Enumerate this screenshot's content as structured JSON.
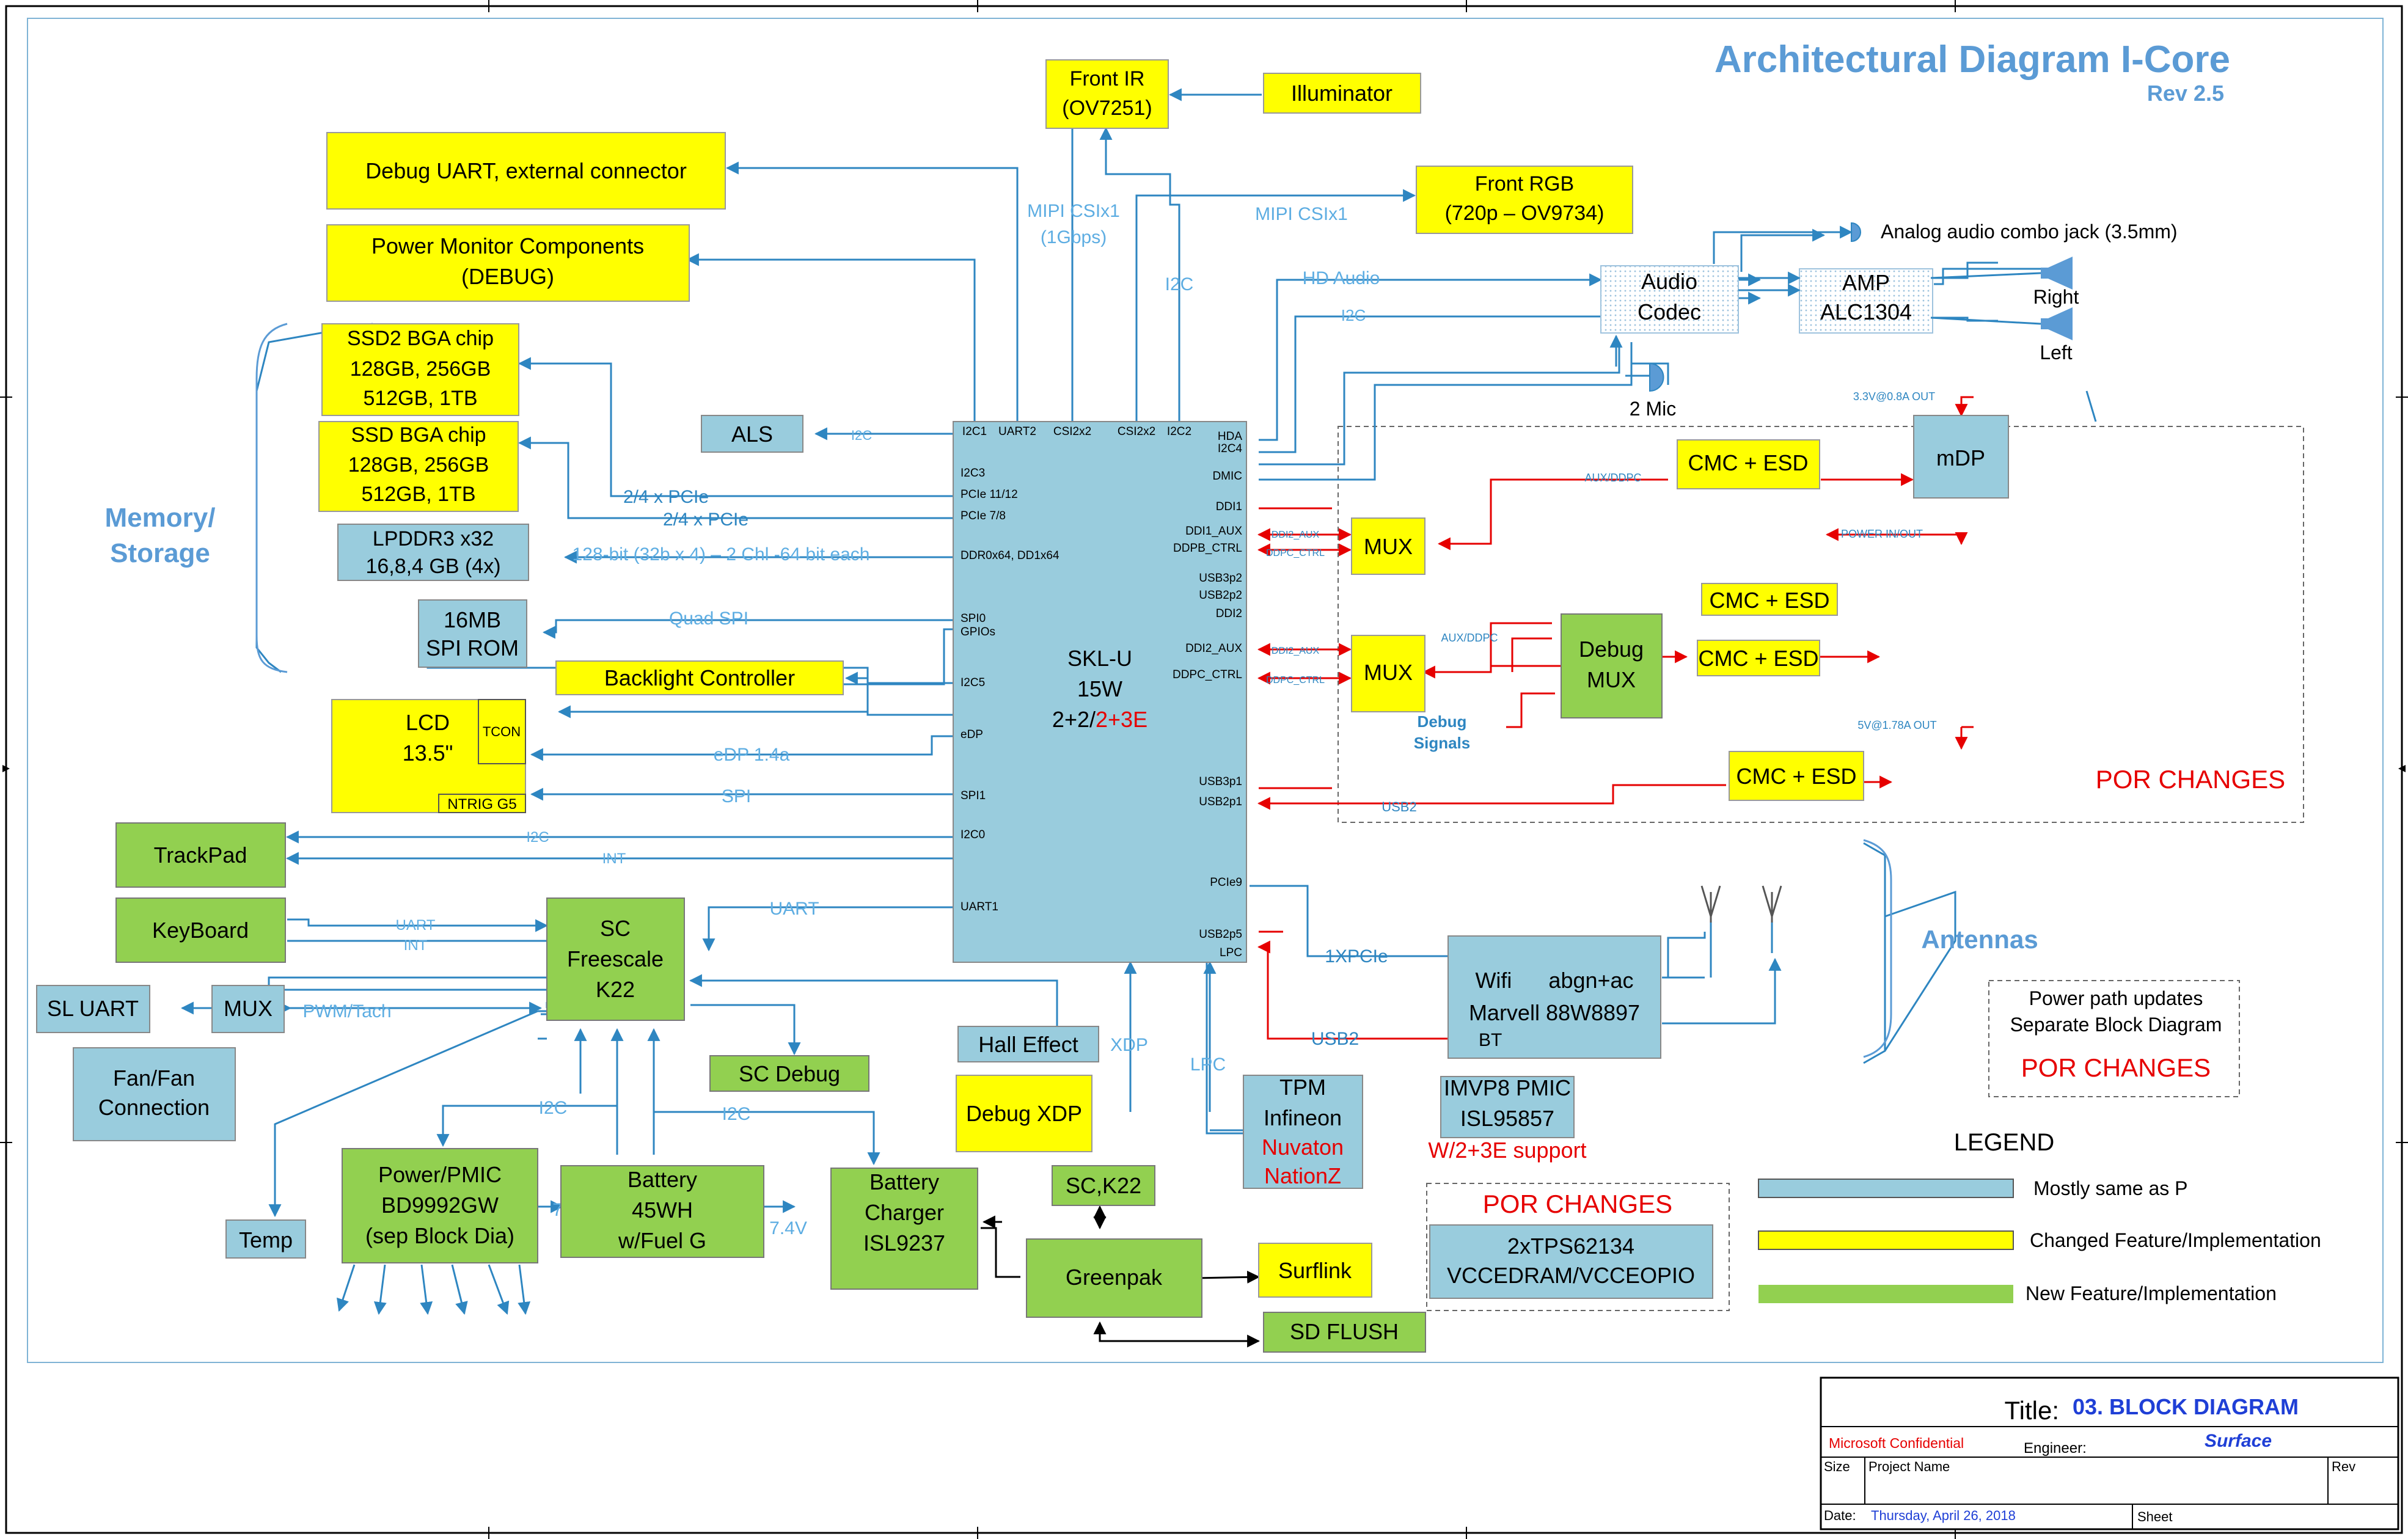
{
  "title": "Architectural Diagram I-Core",
  "rev": "Rev 2.5",
  "colors": {
    "blue_block": "#99CCDD",
    "yellow_block": "#FFFF00",
    "green_block": "#92D050",
    "link": "#2E86C1",
    "red": "#E60000",
    "accent_text": "#5B9BD5"
  },
  "blocks": {
    "front_ir": [
      "Front IR",
      "(OV7251)"
    ],
    "illuminator": [
      "Illuminator"
    ],
    "front_rgb": [
      "Front RGB",
      "(720p – OV9734)"
    ],
    "debug_uart": [
      "Debug UART, external connector"
    ],
    "power_monitor": [
      "Power Monitor Components",
      "(DEBUG)"
    ],
    "ssd2": [
      "SSD2 BGA chip",
      "128GB, 256GB",
      "512GB, 1TB"
    ],
    "ssd": [
      "SSD BGA chip",
      "128GB, 256GB",
      "512GB, 1TB"
    ],
    "lpddr3": [
      "LPDDR3 x32",
      "16,8,4 GB (4x)"
    ],
    "als": [
      "ALS"
    ],
    "spi_rom": [
      "16MB",
      "SPI ROM"
    ],
    "backlight": [
      "Backlight Controller"
    ],
    "lcd": [
      "LCD",
      "13.5\""
    ],
    "tcon": [
      "TCON"
    ],
    "ntrig": [
      "NTRIG G5"
    ],
    "trackpad": [
      "TrackPad"
    ],
    "keyboard": [
      "KeyBoard"
    ],
    "sl_uart": [
      "SL UART"
    ],
    "mux_left": [
      "MUX"
    ],
    "fan": [
      "Fan/Fan",
      "Connection"
    ],
    "temp": [
      "Temp"
    ],
    "sc_freescale": [
      "SC",
      "Freescale",
      "K22"
    ],
    "sc_debug": [
      "SC Debug"
    ],
    "hall_effect": [
      "Hall Effect"
    ],
    "debug_xdp": [
      "Debug XDP"
    ],
    "power_pmic": [
      "Power/PMIC",
      "BD9992GW",
      "(sep Block Dia)"
    ],
    "battery": [
      "Battery",
      "45WH",
      "w/Fuel G"
    ],
    "battery_charger": [
      "Battery",
      "Charger",
      "ISL9237"
    ],
    "sc_k22": [
      "SC,K22"
    ],
    "greenpak": [
      "Greenpak"
    ],
    "surflink": [
      "Surflink"
    ],
    "sd_flush": [
      "SD FLUSH"
    ],
    "tpm": [
      "TPM",
      "Infineon"
    ],
    "tpm_red": [
      "Nuvaton",
      "NationZ"
    ],
    "imvp8": [
      "IMVP8 PMIC",
      "ISL95857"
    ],
    "imvp8_red": [
      "W/2+3E support"
    ],
    "tps": [
      "2xTPS62134",
      "VCCEDRAM/VCCEOPIO"
    ],
    "wifi": [
      "Wifi      abgn+ac",
      "Marvell 88W8897",
      "BT"
    ],
    "audio_codec": [
      "Audio",
      "Codec"
    ],
    "amp": [
      "AMP",
      "ALC1304"
    ],
    "mdp": [
      "mDP"
    ],
    "cmc_esd": [
      "CMC + ESD"
    ],
    "mux_right": [
      "MUX"
    ],
    "debug_mux": [
      "Debug",
      "MUX"
    ],
    "skl_u": [
      "SKL-U",
      "15W"
    ],
    "skl_power": "2+2/",
    "skl_power_red": "2+3E"
  },
  "cpu_pins": {
    "top": [
      "I2C1",
      "UART2",
      "CSI2x2",
      "CSI2x2",
      "I2C2"
    ],
    "left": [
      "I2C3",
      "PCIe 11/12",
      "PCIe 7/8",
      "DDR0x64, DD1x64",
      "SPI0",
      "GPIOs",
      "I2C5",
      "eDP",
      "SPI1",
      "I2C0",
      "UART1"
    ],
    "right": [
      "HDA",
      "I2C4",
      "DMIC",
      "DDI1",
      "DDI1_AUX",
      "DDPB_CTRL",
      "USB3p2",
      "USB2p2",
      "DDI2",
      "DDI2_AUX",
      "DDPC_CTRL",
      "USB3p1",
      "USB2p1",
      "PCIe9",
      "USB2p5",
      "LPC"
    ]
  },
  "labels": {
    "mipi_csi_1": [
      "MIPI CSIx1",
      "(1Gbps)"
    ],
    "mipi_csi_2": "MIPI CSIx1",
    "i2c": "I2C",
    "hd_audio": "HD Audio",
    "pcie_24_a": "2/4 x PCIe",
    "pcie_24_b": "2/4 x PCIe",
    "ddr_bus": "128-bit (32b x 4) – 2 Chl -64 bit each",
    "quad_spi": "Quad SPI",
    "edp": "eDP 1.4a",
    "spi": "SPI",
    "int": "INT",
    "uart": "UART",
    "pwm_tach": "PWM/Tach",
    "xdp": "XDP",
    "lpc": "LPC",
    "v74": "7.4V",
    "pcie_1x": "1XPCIe",
    "usb2": "USB2",
    "aux_ddpc": "AUX/DDPC",
    "ddi2_aux": "DDI2_AUX",
    "ddpc_ctrl": "DDPC_CTRL",
    "debug_signals": [
      "Debug",
      "Signals"
    ],
    "power_in_out": "POWER IN/OUT",
    "v33": "3.3V@0.8A OUT",
    "v5": "5V@1.78A OUT",
    "analog_audio": "Analog audio combo jack (3.5mm)",
    "right": "Right",
    "left": "Left",
    "two_mic": "2 Mic",
    "memory_storage": [
      "Memory/",
      "Storage"
    ],
    "antennas": "Antennas",
    "por_changes": "POR CHANGES",
    "power_path": [
      "Power path updates",
      "Separate Block Diagram"
    ]
  },
  "legend": {
    "title": "LEGEND",
    "items": [
      {
        "label": "Mostly same as P",
        "color": "#99CCDD"
      },
      {
        "label": "Changed Feature/Implementation",
        "color": "#FFFF00"
      },
      {
        "label": "New Feature/Implementation",
        "color": "#92D050"
      }
    ]
  },
  "title_block": {
    "title_label": "Title:",
    "title_value": "03.  BLOCK DIAGRAM",
    "confidential": "Microsoft Confidential",
    "engineer_label": "Engineer:",
    "engineer_value": "Surface",
    "size_label": "Size",
    "project_label": "Project Name",
    "rev_label": "Rev",
    "date_label": "Date:",
    "date_value": "Thursday, April 26, 2018",
    "sheet_label": "Sheet"
  }
}
